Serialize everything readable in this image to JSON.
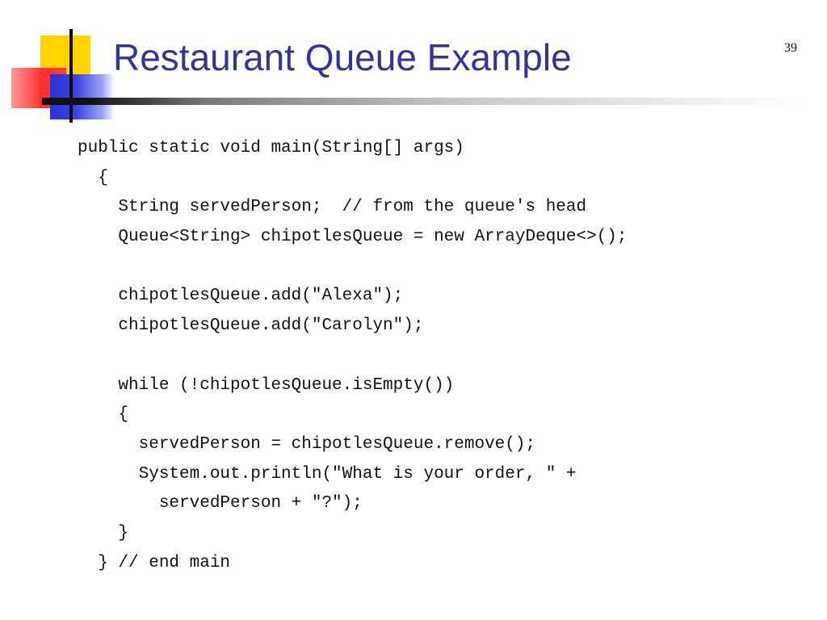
{
  "slide": {
    "title": "Restaurant Queue Example",
    "number": "39"
  },
  "code": {
    "lines": [
      "public static void main(String[] args)",
      "  {",
      "    String servedPerson;  // from the queue's head",
      "    Queue<String> chipotlesQueue = new ArrayDeque<>();",
      "",
      "    chipotlesQueue.add(\"Alexa\");",
      "    chipotlesQueue.add(\"Carolyn\");",
      "",
      "    while (!chipotlesQueue.isEmpty())",
      "    {",
      "      servedPerson = chipotlesQueue.remove();",
      "      System.out.println(\"What is your order, \" +",
      "        servedPerson + \"?\");",
      "    }",
      "  } // end main"
    ]
  }
}
